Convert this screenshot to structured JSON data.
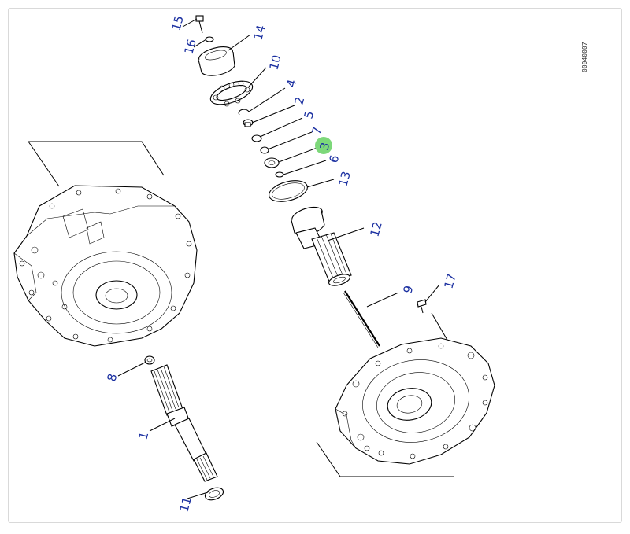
{
  "drawing_code": "00040007",
  "highlight_color": "#7dd87a",
  "label_color": "#1a2fa0",
  "labels": {
    "p1": "1",
    "p2": "2",
    "p3": "3",
    "p4": "4",
    "p5": "5",
    "p6": "6",
    "p7": "7",
    "p8": "8",
    "p9": "9",
    "p10": "10",
    "p11": "11",
    "p12": "12",
    "p13": "13",
    "p14": "14",
    "p15": "15",
    "p16": "16",
    "p17": "17"
  },
  "highlighted_part": "3"
}
